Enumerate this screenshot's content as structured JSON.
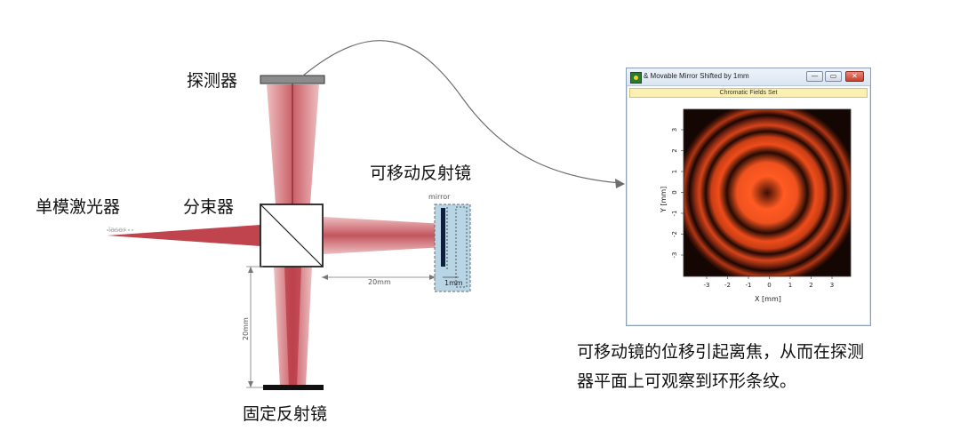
{
  "labels": {
    "detector": "探测器",
    "laser": "单模激光器",
    "splitter": "分束器",
    "movable_mirror": "可移动反射镜",
    "fixed_mirror": "固定反射镜"
  },
  "dimensions": {
    "arm_length_h": "20mm",
    "arm_length_v": "20mm",
    "mirror_shift": "1mm",
    "laser_tag": "laser",
    "mirror_tag": "mirror"
  },
  "caption": {
    "line1": "可移动镜的位移引起离焦，从而在探测",
    "line2": "器平面上可观察到环形条纹。"
  },
  "window": {
    "title": "& Movable Mirror Shifted by 1mm",
    "subtitle": "Chromatic Fields Set",
    "minimize": "—",
    "maximize": "▭",
    "close": "✕",
    "xlabel": "X [mm]",
    "ylabel": "Y [mm]",
    "x_ticks": [
      "-3",
      "-2",
      "-1",
      "0",
      "1",
      "2",
      "3"
    ],
    "y_ticks": [
      "3",
      "2",
      "1",
      "0",
      "-1",
      "-2",
      "-3"
    ]
  },
  "colors": {
    "beam": "#c0454f",
    "beam_light": "#e6a8aa",
    "fringe_bright": "#ff6a2a",
    "fringe_dark": "#1a0a05"
  }
}
